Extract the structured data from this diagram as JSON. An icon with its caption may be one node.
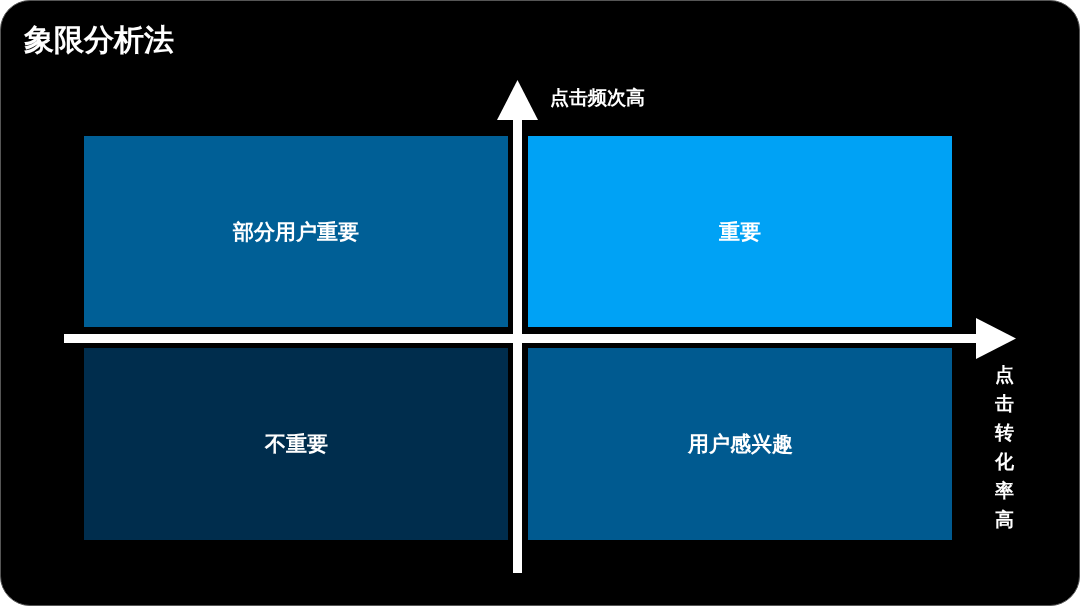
{
  "diagram": {
    "title": "象限分析法",
    "nodes": [
      {
        "text": [
          "部分用户重要"
        ]
      },
      {
        "text": [
          "重要"
        ]
      },
      {
        "text": [
          "不重要"
        ]
      },
      {
        "text": [
          "用户感兴趣"
        ]
      }
    ],
    "labels": [
      "点击频次高",
      "点击转化率高"
    ]
  }
}
